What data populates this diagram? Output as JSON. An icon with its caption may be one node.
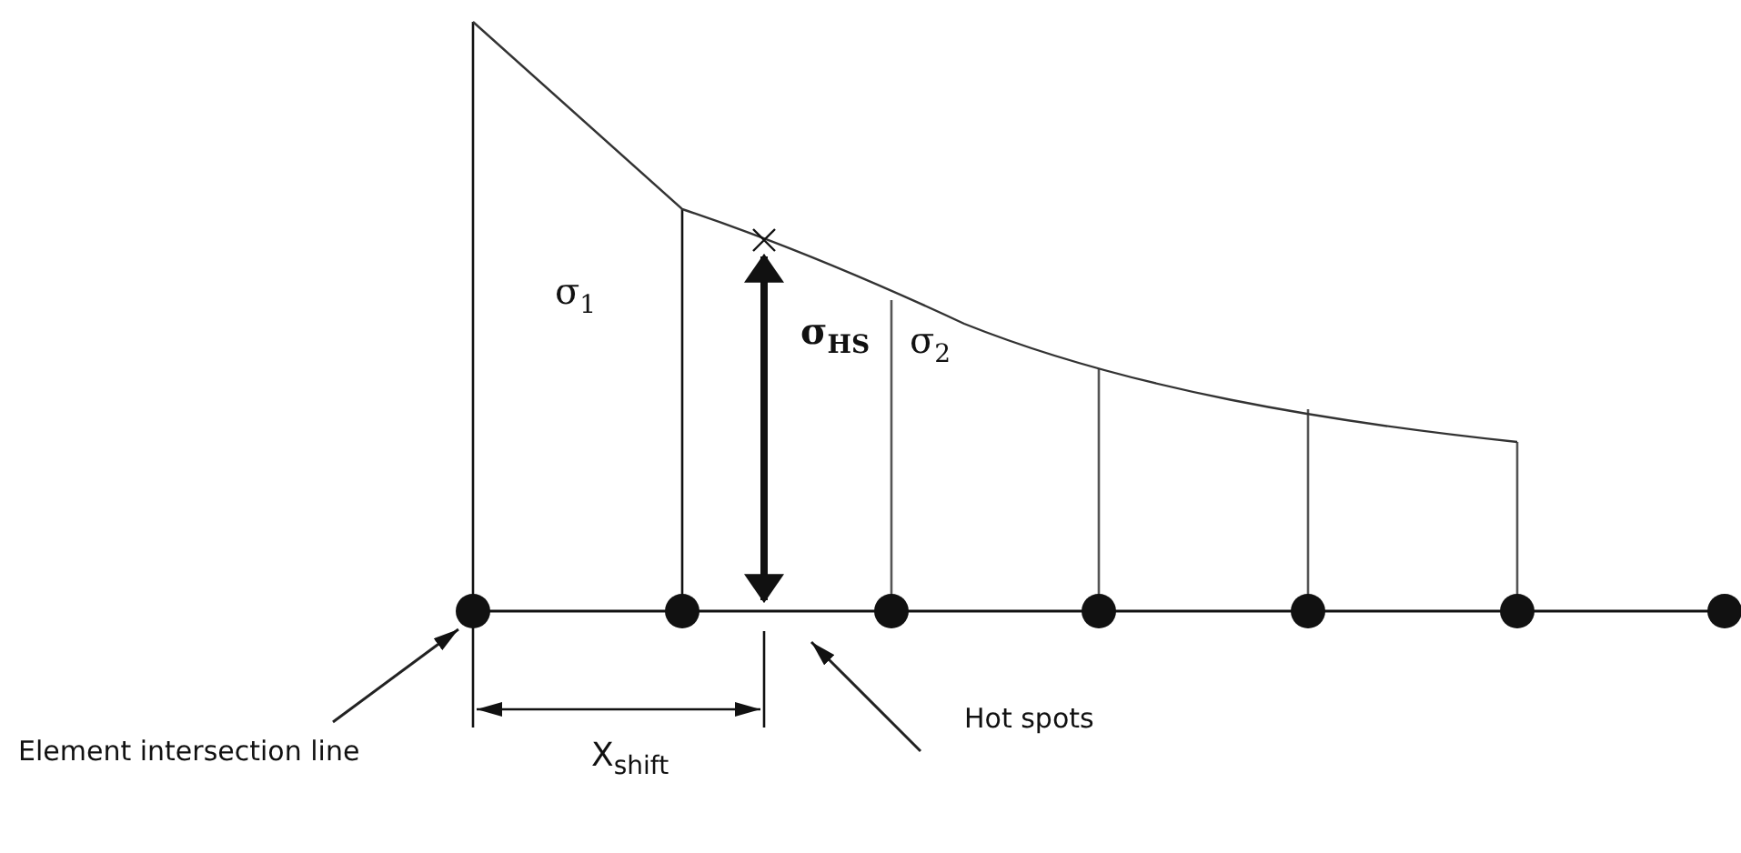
{
  "diagram": {
    "nodes": [
      {
        "text": [
          "Element intersection line"
        ]
      },
      {
        "text": [
          "Hot spots"
        ]
      }
    ],
    "edges": [
      {
        "from": 0,
        "to": null,
        "arrow": "to"
      },
      {
        "from": 1,
        "to": null,
        "arrow": "to"
      }
    ],
    "labels": [
      "σ$_{1}$",
      "σ$_{HS}$",
      "σ$_{2}$",
      "X$_{shift}$"
    ]
  }
}
